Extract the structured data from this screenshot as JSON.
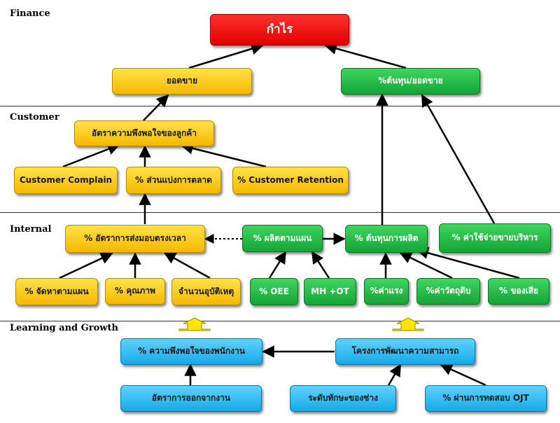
{
  "lanes": {
    "finance": "Finance",
    "customer": "Customer",
    "internal": "Internal",
    "learning": "Learning and Growth"
  },
  "nodes": {
    "profit": "กำไร",
    "sales": "ยอดขาย",
    "cost_per_sales": "%ต้นทุน/ยอดขาย",
    "customer_satisfaction": "อัตราความพึงพอใจของลูกค้า",
    "customer_complain": "Customer Complain",
    "market_share": "% ส่วนแบ่งการตลาด",
    "customer_retention": "% Customer Retention",
    "ontime_delivery": "% อัตราการส่งมอบตรงเวลา",
    "production_plan": "% ผลิตตามแผน",
    "production_cost": "% ต้นทุนการผลิต",
    "admin_sales_expense": "% ค่าใช้จ่ายขายบริหาร",
    "procurement_plan": "% จัดหาตามแผน",
    "quality": "% คุณภาพ",
    "accident_count": "จำนวนอุบัติเหตุ",
    "oee": "% OEE",
    "mh_ot": "MH +OT",
    "labor": "%ค่าแรง",
    "material": "%ค่าวัตถุดิบ",
    "waste": "% ของเสีย",
    "employee_satisfaction": "% ความพึงพอใจของพนักงาน",
    "competency_project": "โครงการพัฒนาความสามารถ",
    "turnover": "อัตราการออกจากงาน",
    "skill_level": "ระดับทักษะของช่าง",
    "ojt_pass": "% ผ่านการทดสอบ OJT"
  },
  "colors": {
    "finance_top": "#e10000",
    "yellow": "#f5b800",
    "green": "#14a536",
    "blue": "#17a9e6",
    "up_arrow": "#ffe400"
  }
}
